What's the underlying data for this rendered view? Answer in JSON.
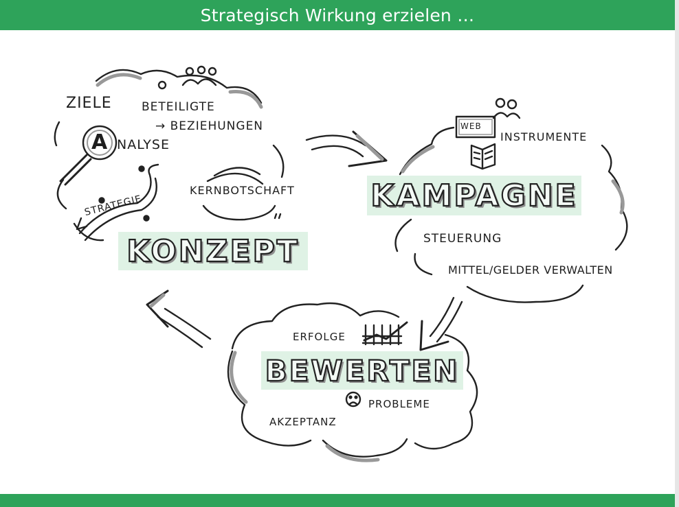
{
  "title": "Strategisch Wirkung erzielen …",
  "konzept": {
    "heading": "Konzept",
    "ziele": "Ziele",
    "beteiligte": "Beteiligte",
    "beziehungen": "→ Beziehungen",
    "analyse_letter": "A",
    "analyse": "nalyse",
    "strategie": "Strategie",
    "kernbotschaft": "Kernbotschaft"
  },
  "kampagne": {
    "heading": "Kampagne",
    "web": "Web",
    "instrumente": "Instrumente",
    "steuerung": "Steuerung",
    "mittel": "Mittel/Gelder verwalten"
  },
  "bewerten": {
    "heading": "Bewerten",
    "erfolge": "Erfolge",
    "probleme": "Probleme",
    "akzeptanz": "Akzeptanz"
  },
  "icons": [
    "magnifier-icon",
    "people-icon",
    "person-icon",
    "web-sign-icon",
    "open-book-icon",
    "bar-chart-icon",
    "sad-face-icon",
    "target-icon"
  ]
}
